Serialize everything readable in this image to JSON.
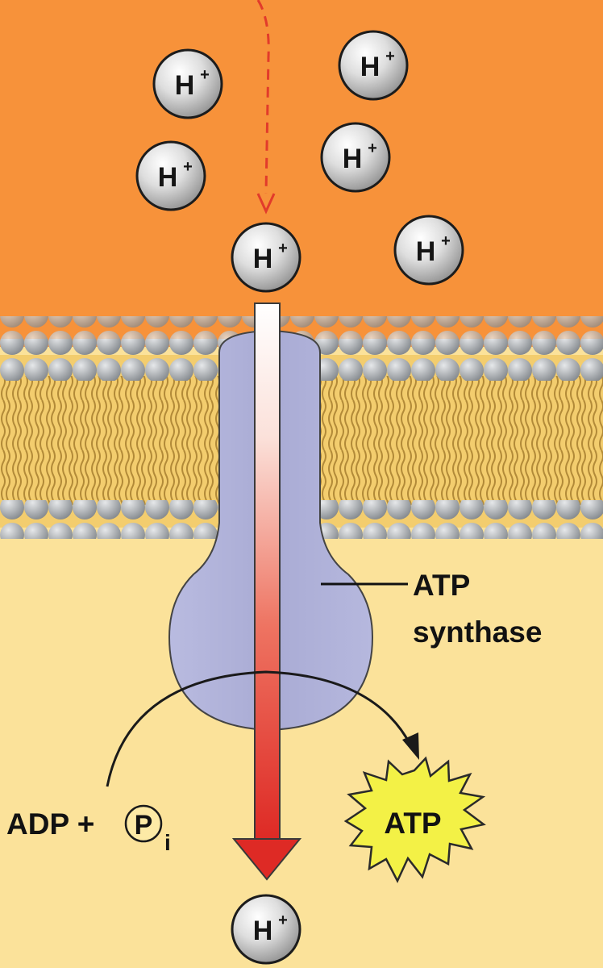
{
  "diagram": {
    "ion": {
      "symbol": "H",
      "charge": "+"
    },
    "enzyme_label": {
      "line1": "ATP",
      "line2": "synthase"
    },
    "reactants": {
      "text": "ADP + ",
      "phosphate": "P",
      "phosphate_sub": "i"
    },
    "product": "ATP",
    "colors": {
      "intermembrane_space": "#f7923a",
      "matrix": "#fbe29a",
      "lipid_head": "#9ea3a9",
      "lipid_tail": "#c39a44",
      "synthase": "#b2b4da",
      "proton_arrow": "#e4312b",
      "diffusion_arrow": "#e23b2b",
      "atp_star": "#f3f146"
    }
  }
}
